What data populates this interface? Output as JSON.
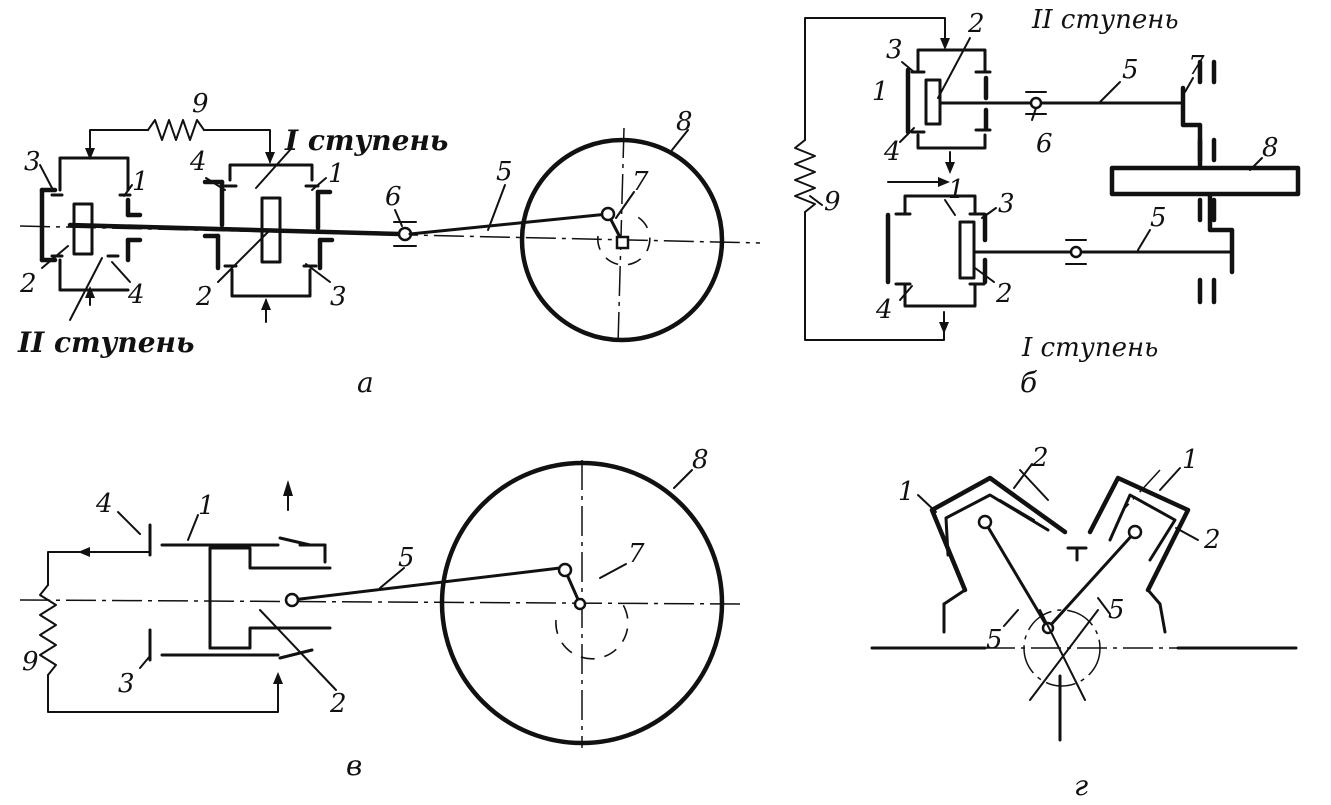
{
  "labels": {
    "n1": "1",
    "n2": "2",
    "n3": "3",
    "n4": "4",
    "n5": "5",
    "n6": "6",
    "n7": "7",
    "n8": "8",
    "n9": "9",
    "n9b": "9"
  },
  "stages": {
    "stage1": "I ступень",
    "stage2": "II ступень"
  },
  "captions": {
    "a": "а",
    "b": "б",
    "v": "в",
    "g": "г"
  }
}
